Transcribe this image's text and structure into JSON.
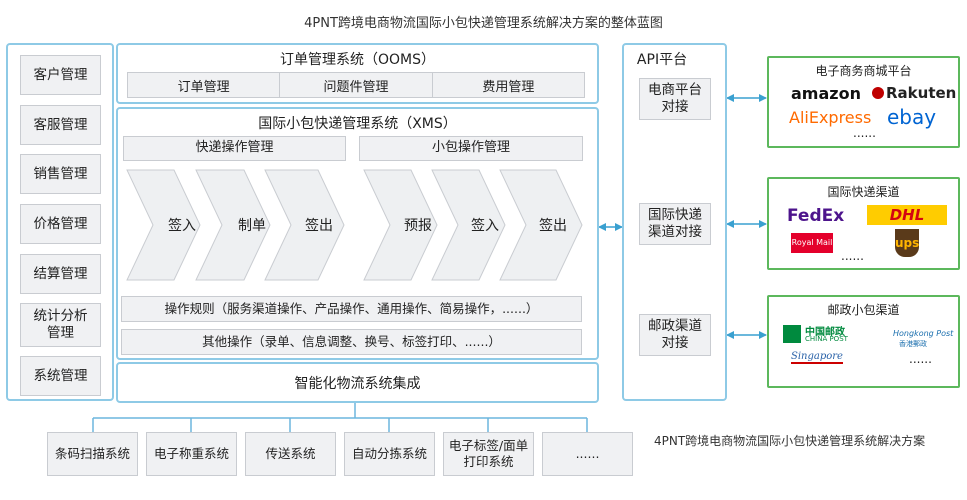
{
  "title": "4PNT跨境电商物流国际小包快递管理系统解决方案的整体蓝图",
  "left_menu": [
    "客户管理",
    "客服管理",
    "销售管理",
    "价格管理",
    "结算管理",
    "统计分析管理",
    "系统管理"
  ],
  "ooms": {
    "title": "订单管理系统（OOMS）",
    "items": [
      "订单管理",
      "问题件管理",
      "费用管理"
    ]
  },
  "xms": {
    "title": "国际小包快递管理系统（XMS）",
    "express_group": "快递操作管理",
    "parcel_group": "小包操作管理",
    "express_steps": [
      "签入",
      "制单",
      "签出"
    ],
    "parcel_steps": [
      "预报",
      "签入",
      "签出"
    ],
    "rules": "操作规则（服务渠道操作、产品操作、通用操作、简易操作，......）",
    "other_ops": "其他操作（录单、信息调整、换号、标签打印、......）"
  },
  "integration": "智能化物流系统集成",
  "api": {
    "title": "API平台",
    "items": [
      "电商平台对接",
      "国际快递渠道对接",
      "邮政渠道对接"
    ]
  },
  "partners": {
    "ecommerce": {
      "title": "电子商务商城平台",
      "logos": [
        "amazon",
        "Rakuten",
        "AliExpress",
        "ebay"
      ],
      "more": "......"
    },
    "express": {
      "title": "国际快递渠道",
      "logos": [
        "FedEx",
        "DHL",
        "Royal Mail",
        "ups"
      ],
      "more": "......"
    },
    "postal": {
      "title": "邮政小包渠道",
      "logos": [
        "中国邮政",
        "CHINA POST",
        "Hongkong Post",
        "香港郵政",
        "Singapore"
      ],
      "more": "......"
    }
  },
  "bottom_systems": [
    "条码扫描系统",
    "电子称重系统",
    "传送系统",
    "自动分拣系统",
    "电子标签/面单打印系统",
    "......"
  ],
  "caption": "4PNT跨境电商物流国际小包快递管理系统解决方案"
}
